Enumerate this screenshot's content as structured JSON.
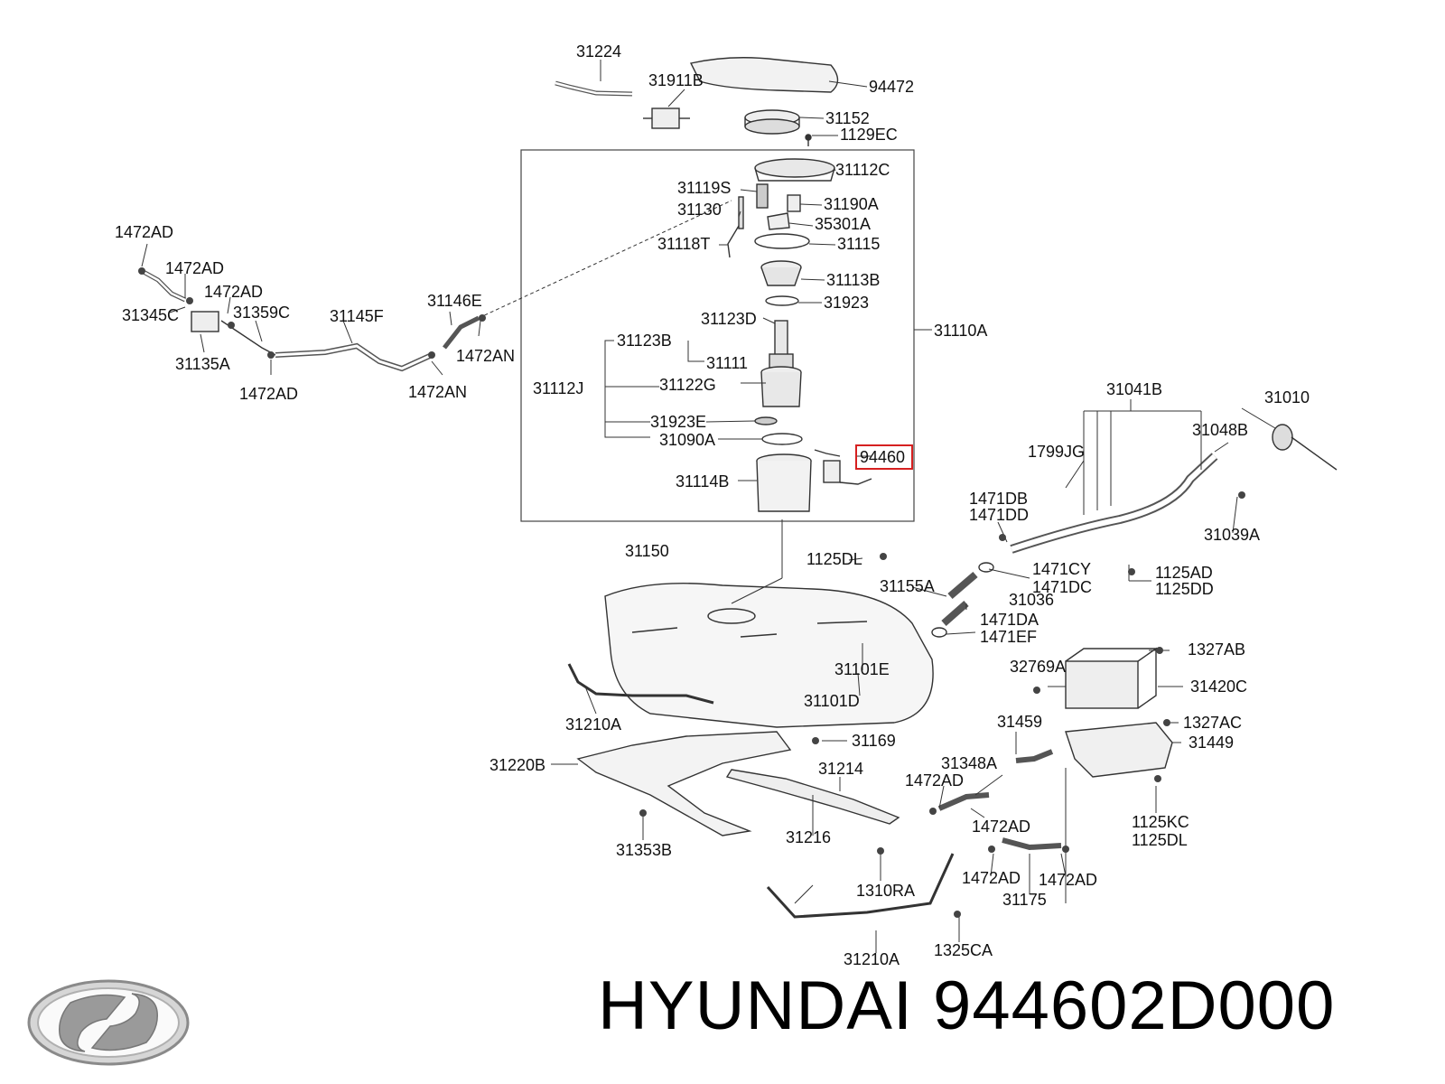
{
  "brand": {
    "name": "HYUNDAI",
    "part_number": "944602D000"
  },
  "highlighted_part": "94460",
  "labels": {
    "p31224": "31224",
    "p31911B": "31911B",
    "p94472": "94472",
    "p31152": "31152",
    "p1129EC": "1129EC",
    "p31112C": "31112C",
    "p31119S": "31119S",
    "p31190A": "31190A",
    "p31130": "31130",
    "p35301A": "35301A",
    "p31118T": "31118T",
    "p31115": "31115",
    "p31113B": "31113B",
    "p31923": "31923",
    "p31123D": "31123D",
    "p31123B": "31123B",
    "p31110A": "31110A",
    "p31111": "31111",
    "p31112J": "31112J",
    "p31122G": "31122G",
    "p31923E": "31923E",
    "p31090A": "31090A",
    "p94460": "94460",
    "p31114B": "31114B",
    "p1472AD_a": "1472AD",
    "p1472AD_b": "1472AD",
    "p1472AD_c": "1472AD",
    "p31345C": "31345C",
    "p31359C": "31359C",
    "p31145F": "31145F",
    "p31146E": "31146E",
    "p1472AN_a": "1472AN",
    "p31135A": "31135A",
    "p1472AD_d": "1472AD",
    "p1472AN_b": "1472AN",
    "p31041B": "31041B",
    "p31010": "31010",
    "p31048B": "31048B",
    "p1799JG": "1799JG",
    "p1471DB": "1471DB",
    "p1471DD": "1471DD",
    "p31039A": "31039A",
    "p31150": "31150",
    "p1125DL_a": "1125DL",
    "p1471CY": "1471CY",
    "p1471DC": "1471DC",
    "p1125AD": "1125AD",
    "p1125DD": "1125DD",
    "p31155A": "31155A",
    "p31036": "31036",
    "p1471DA": "1471DA",
    "p1471EF": "1471EF",
    "p1327AB": "1327AB",
    "p32769A": "32769A",
    "p31420C": "31420C",
    "p31101E": "31101E",
    "p31101D": "31101D",
    "p31210A_a": "31210A",
    "p31459": "31459",
    "p1327AC": "1327AC",
    "p31449": "31449",
    "p31169": "31169",
    "p31220B": "31220B",
    "p31214": "31214",
    "p31348A": "31348A",
    "p1472AD_e": "1472AD",
    "p1472AD_f": "1472AD",
    "p1125KC": "1125KC",
    "p1125DL_b": "1125DL",
    "p31353B": "31353B",
    "p31216": "31216",
    "p1310RA": "1310RA",
    "p1472AD_g": "1472AD",
    "p1472AD_h": "1472AD",
    "p31175": "31175",
    "p1325CA": "1325CA",
    "p31210A_b": "31210A"
  }
}
